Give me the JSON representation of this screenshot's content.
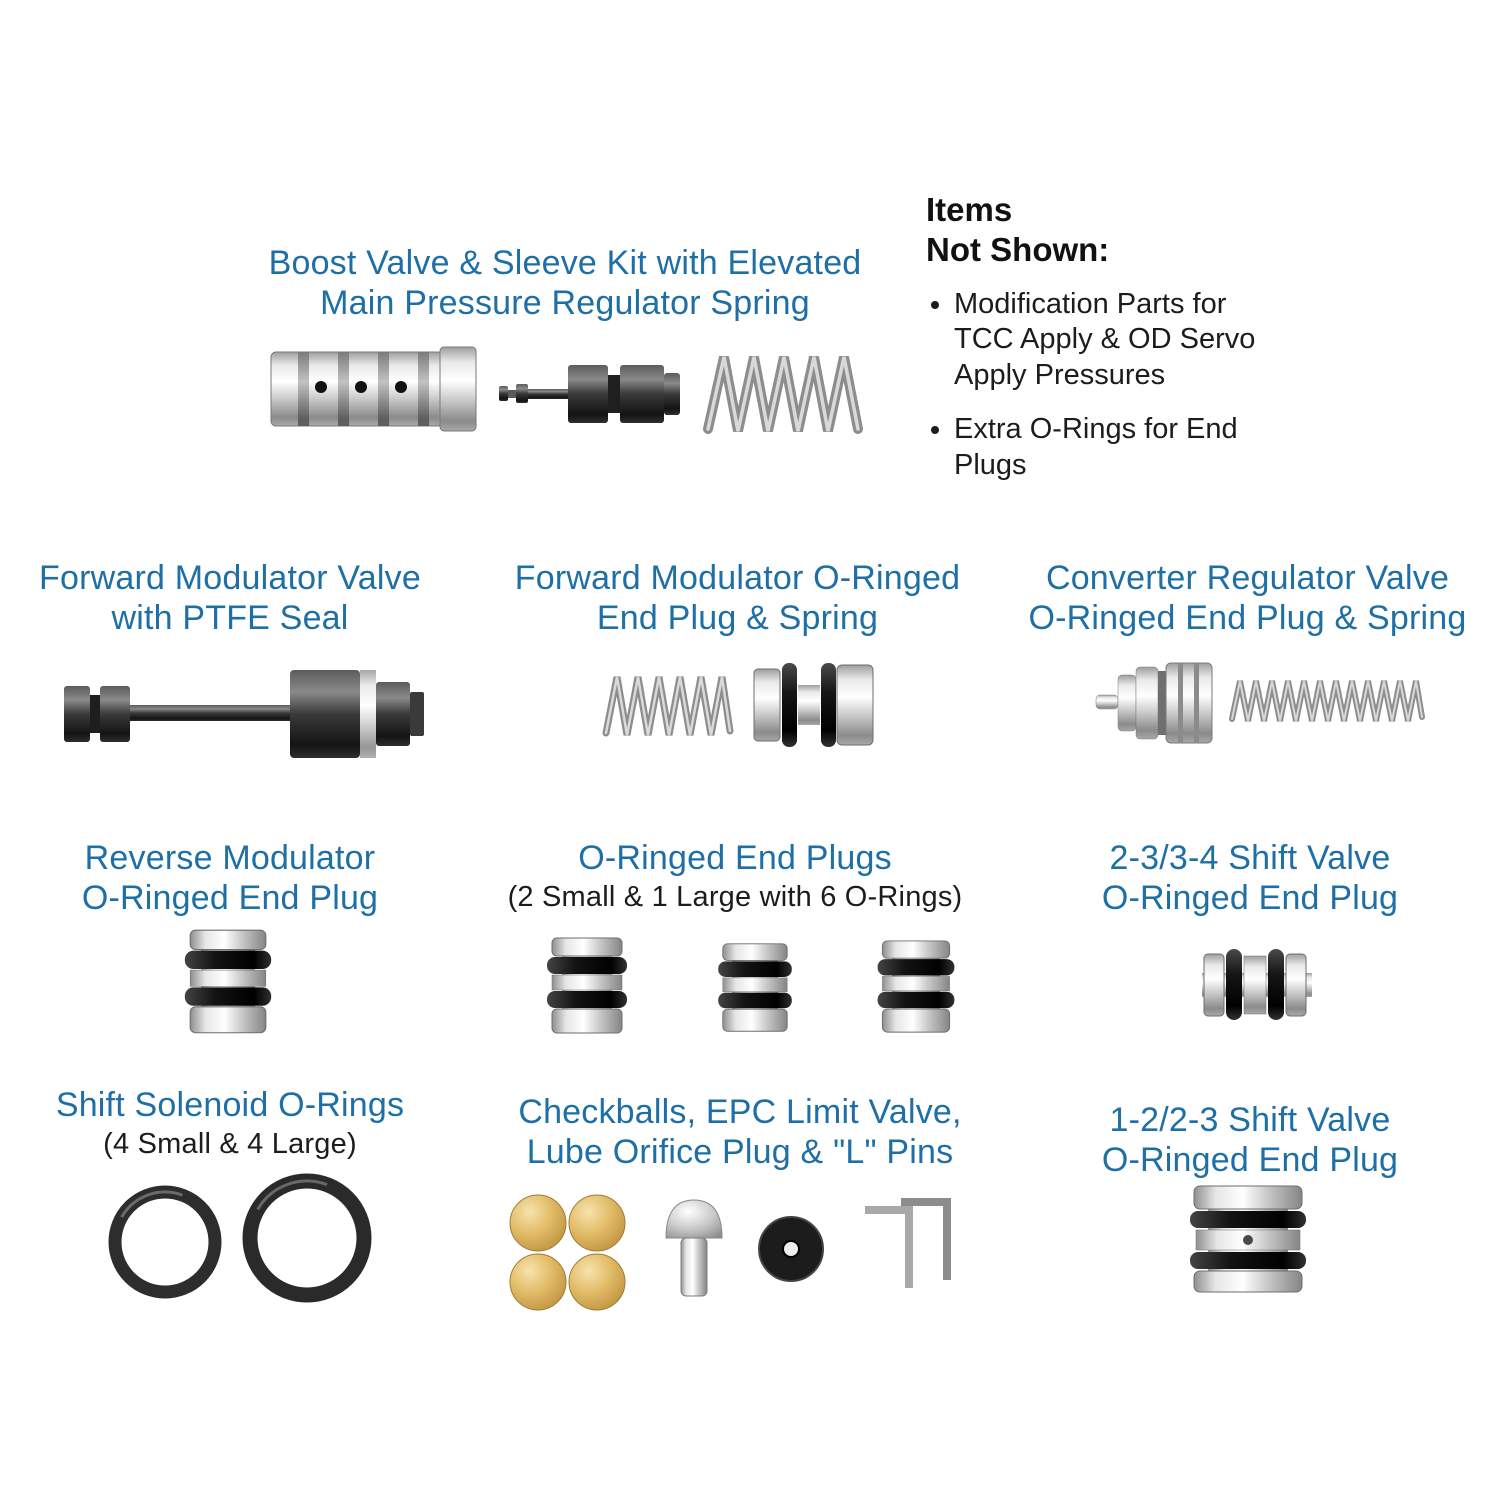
{
  "page": {
    "background": "#ffffff",
    "heading_color": "#1e6fa6",
    "text_color": "#1c1c1c",
    "oring_color": "#1a1a1a",
    "checkball_color": "#ddb35f",
    "metal_color": "#c9c9c9"
  },
  "boost_kit": {
    "title_line1": "Boost Valve & Sleeve Kit with Elevated",
    "title_line2": "Main Pressure Regulator Spring",
    "parts": [
      "boost sleeve",
      "boost valve",
      "main pressure regulator spring"
    ]
  },
  "items_not_shown": {
    "title_line1": "Items",
    "title_line2": "Not Shown:",
    "bullets": [
      "Modification Parts for TCC Apply & OD Servo Apply Pressures",
      "Extra O-Rings for End Plugs"
    ]
  },
  "forward_modulator_valve": {
    "title_line1": "Forward Modulator Valve",
    "title_line2": "with PTFE Seal"
  },
  "forward_modulator_plug": {
    "title_line1": "Forward Modulator O-Ringed",
    "title_line2": "End Plug & Spring"
  },
  "converter_regulator": {
    "title_line1": "Converter Regulator Valve",
    "title_line2": "O-Ringed End Plug & Spring"
  },
  "reverse_modulator": {
    "title_line1": "Reverse Modulator",
    "title_line2": "O-Ringed End Plug"
  },
  "oringed_end_plugs": {
    "title": "O-Ringed End Plugs",
    "subtitle": "(2 Small & 1 Large with 6 O-Rings)"
  },
  "shift_valve_23_34": {
    "title_line1": "2-3/3-4 Shift Valve",
    "title_line2": "O-Ringed End Plug"
  },
  "shift_solenoid_orings": {
    "title": "Shift Solenoid O-Rings",
    "subtitle": "(4 Small & 4 Large)"
  },
  "checkballs_group": {
    "title_line1": "Checkballs, EPC Limit Valve,",
    "title_line2": "Lube Orifice Plug & \"L\" Pins"
  },
  "shift_valve_12_23": {
    "title_line1": "1-2/2-3 Shift Valve",
    "title_line2": "O-Ringed End Plug"
  }
}
